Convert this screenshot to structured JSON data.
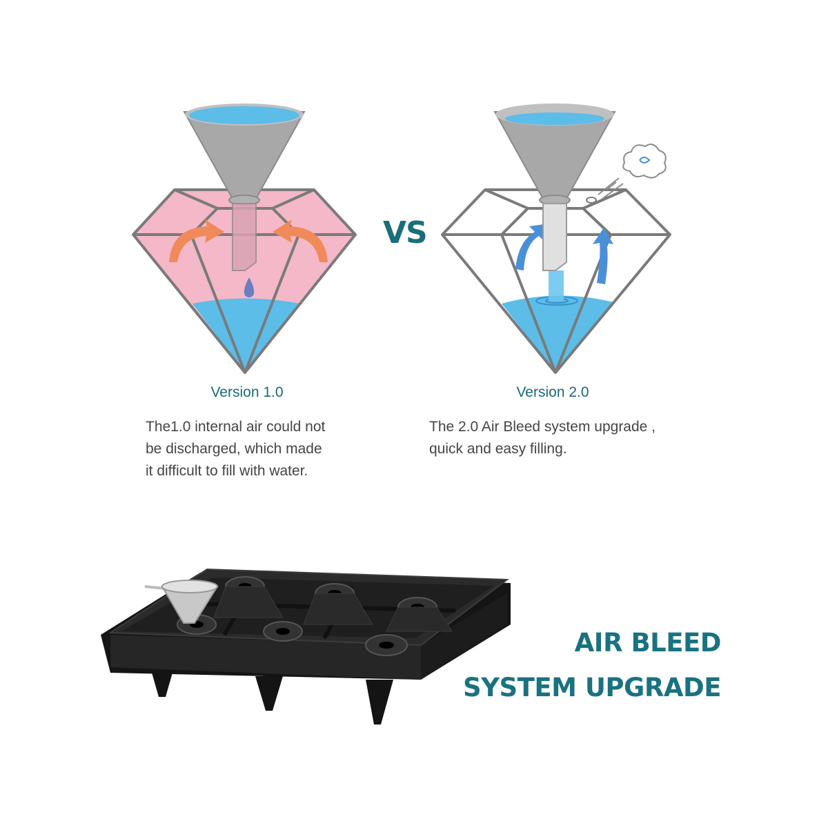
{
  "comparison": {
    "vs_label": "VS",
    "left": {
      "version": "Version 1.0",
      "description_lines": [
        "The1.0 internal air could not",
        "be discharged, which made",
        "it difficult to fill with water."
      ]
    },
    "right": {
      "version": "Version 2.0",
      "description_lines": [
        "The 2.0 Air Bleed system upgrade ,",
        "quick and easy filling."
      ]
    }
  },
  "tagline": {
    "line1": "AIR BLEED",
    "line2": "SYSTEM UPGRADE"
  },
  "colors": {
    "accent_teal": "#1a7280",
    "water_blue": "#5bbde8",
    "pink_fill": "#f4b8c8",
    "diamond_outline": "#7a7a7a",
    "funnel_gray": "#a8a8a8",
    "tray_black": "#1e1e1e",
    "arrow_orange": "#f08a5a",
    "arrow_blue": "#4a90d9"
  }
}
